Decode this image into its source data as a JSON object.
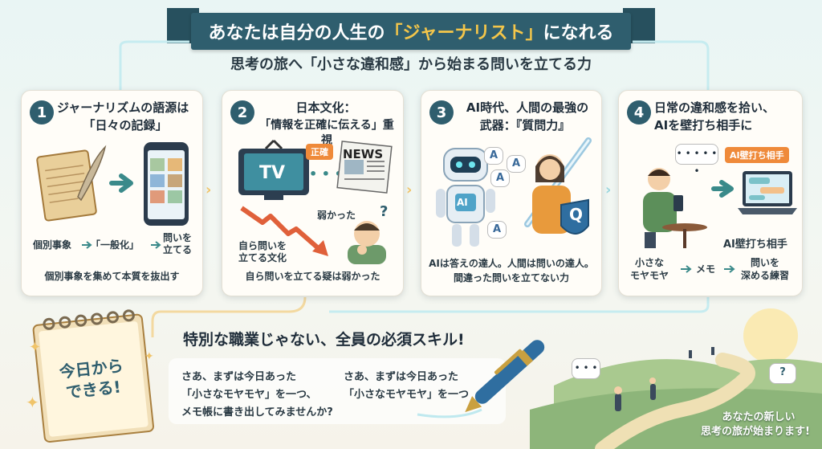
{
  "header": {
    "title_pre": "あなたは自分の人生の",
    "title_highlight": "「ジャーナリスト」",
    "title_post": "になれる",
    "subtitle": "思考の旅へ「小さな違和感」から始まる問いを立てる力"
  },
  "cards": [
    {
      "number": "1",
      "title_line1": "ジャーナリズムの語源は",
      "title_line2": "「日々の記録」",
      "flow_a": "個別事象",
      "flow_b": "「一般化」",
      "flow_c": "問いを\n立てる",
      "caption": "個別事象を集めて本質を抜出す"
    },
    {
      "number": "2",
      "title_line1": "日本文化：",
      "title_line2": "「情報を正確に伝える」重視",
      "tv_label": "TV",
      "tag_label": "正確",
      "news_label": "NEWS",
      "weak_label": "弱かった",
      "down_label": "自ら問いを\n立てる文化",
      "caption": "自ら問いを立てる疑は弱かった"
    },
    {
      "number": "3",
      "title_line1": "AI時代、人間の最強の",
      "title_line2": "武器：『質問力』",
      "robot_label": "AI",
      "shield_label": "Q",
      "bubble_label": "A",
      "caption_line1": "AIは答えの達人。人間は問いの達人。",
      "caption_line2": "間違った問いを立てない力"
    },
    {
      "number": "4",
      "title_line1": "日常の違和感を拾い、",
      "title_line2": "AIを壁打ち相手に",
      "tag_label": "AI壁打ち相手",
      "laptop_label": "AI壁打ち相手",
      "flow_a": "小さな\nモヤモヤ",
      "flow_b": "メモ",
      "flow_c": "問いを\n深める練習"
    }
  ],
  "bottom": {
    "notepad_label": "今日から\nできる!",
    "headline": "特別な職業じゃない、全員の必須スキル!",
    "left_text_line1": "さあ、まずは今日あった",
    "left_text_line2": "「小さなモヤモヤ」を一つ、",
    "left_text_line3": "メモ帳に書き出してみませんか?",
    "right_text_line1": "さあ、まずは今日あった",
    "right_text_line2": "「小さなモヤモヤ」を一つ",
    "journey_line1": "あなたの新しい",
    "journey_line2": "思考の旅が始まります!"
  },
  "colors": {
    "banner": "#2f5e6e",
    "highlight": "#f4c64a",
    "accent_orange": "#ef8a3a",
    "arrow_teal": "#3a8a8a"
  }
}
